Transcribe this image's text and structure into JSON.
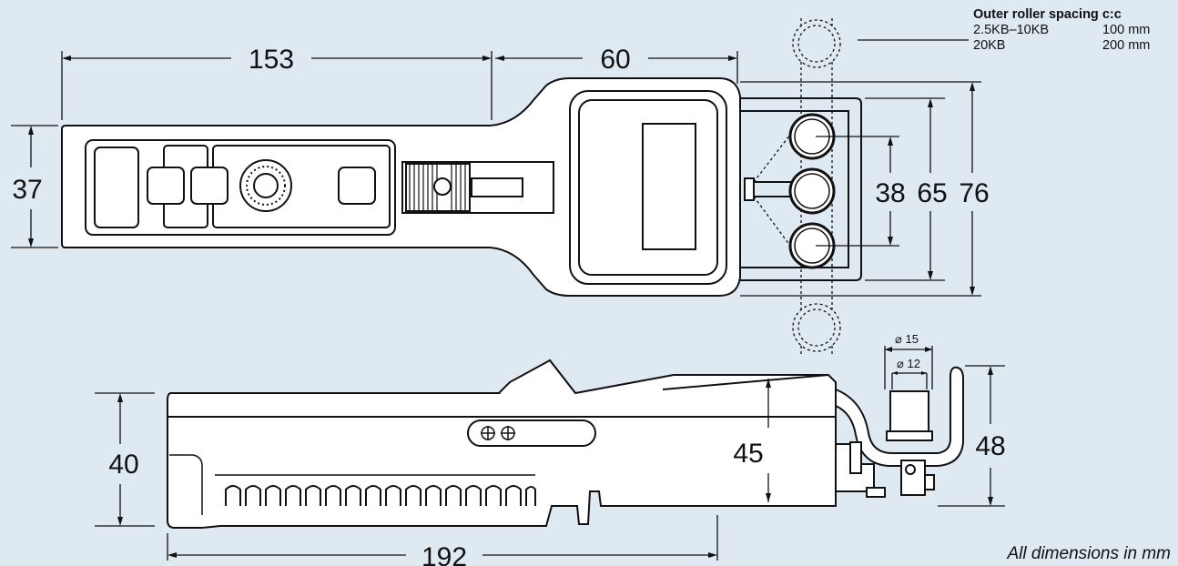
{
  "legend": {
    "title": "Outer roller spacing c:c",
    "rows": [
      {
        "model": "2.5KB–10KB",
        "spacing": "100 mm"
      },
      {
        "model": "20KB",
        "spacing": "200 mm"
      }
    ]
  },
  "dimensions": {
    "length_head_part": "153",
    "length_head": "60",
    "height_handle": "37",
    "inner_spacing": "38",
    "middle_spacing": "65",
    "outer_spacing": "76",
    "body_height": "40",
    "head_height": "45",
    "roller_height": "48",
    "total_length": "192",
    "roller_outer_diam": "⌀ 15",
    "roller_inner_diam": "⌀ 12"
  },
  "note": "All dimensions in mm",
  "colors": {
    "background": "#dfe9f2",
    "line": "#111111",
    "body": "#ffffff"
  }
}
